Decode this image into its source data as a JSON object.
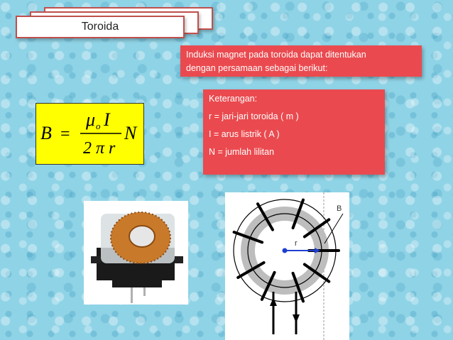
{
  "slide": {
    "title": "Toroida",
    "intro_line1": "Induksi magnet pada toroida dapat ditentukan",
    "intro_line2": "dengan persamaan sebagai berikut:",
    "keterangan": {
      "heading": "Keterangan:",
      "items": [
        "r   = jari-jari toroida ( m )",
        "I   = arus listrik ( A )",
        "N = jumlah lilitan"
      ]
    },
    "formula": {
      "lhs": "B",
      "equals": "=",
      "numerator_mu": "μ",
      "numerator_sub": "o",
      "numerator_current": "I",
      "denominator": "2 π r",
      "turns": "N"
    },
    "diagram": {
      "label_B": "B",
      "label_r": "r"
    }
  },
  "colors": {
    "background": "#8fd3e6",
    "box_red": "#ea4a4f",
    "formula_bg": "#ffff00",
    "title_border": "#c0504d"
  }
}
